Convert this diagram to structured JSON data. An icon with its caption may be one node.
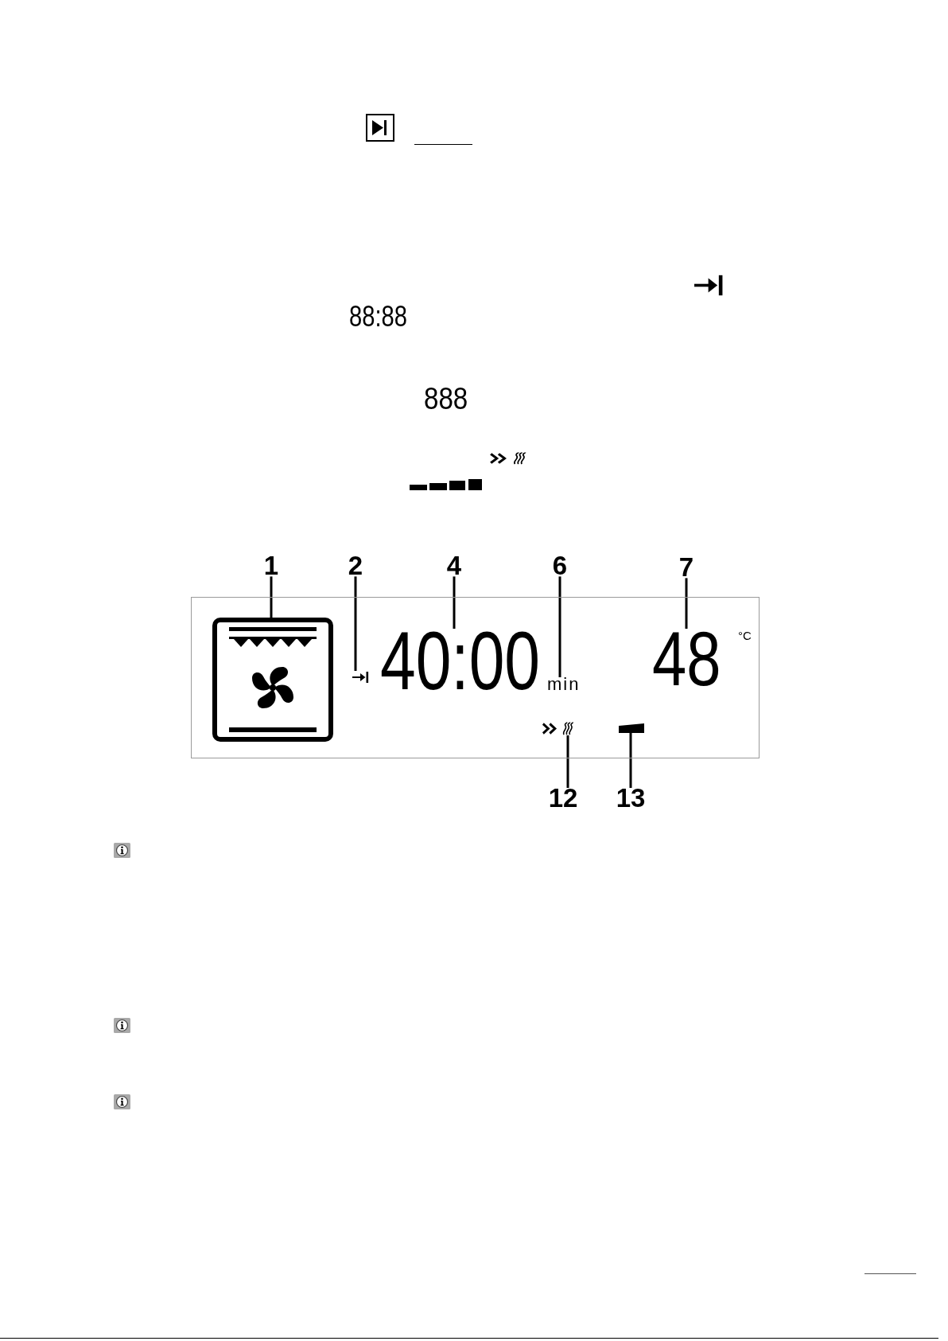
{
  "diagram": {
    "nodes": [
      {
        "text": [
          "1"
        ]
      },
      {
        "text": [
          "2"
        ]
      },
      {
        "text": [
          "4"
        ]
      },
      {
        "text": [
          "6"
        ]
      },
      {
        "text": [
          "7"
        ]
      },
      {
        "text": [],
        "shape": "box"
      },
      {
        "text": [],
        "shape": "picture",
        "in": 5
      },
      {
        "text": [],
        "shape": "picture",
        "in": 5
      },
      {
        "text": [
          "40:00"
        ],
        "in": 5
      },
      {
        "text": [
          "min"
        ],
        "in": 5
      },
      {
        "text": [
          "48"
        ],
        "in": 5
      },
      {
        "text": [],
        "shape": "picture",
        "in": 5
      },
      {
        "text": [],
        "shape": "bar",
        "in": 5
      },
      {
        "text": [
          "12"
        ]
      },
      {
        "text": [
          "13"
        ]
      }
    ],
    "edges": [
      {
        "from": 0,
        "to": 6,
        "arrow": "none"
      },
      {
        "from": 1,
        "to": 7,
        "arrow": "none"
      },
      {
        "from": 2,
        "to": 8,
        "arrow": "none"
      },
      {
        "from": 3,
        "to": 9,
        "arrow": "none"
      },
      {
        "from": 4,
        "to": 10,
        "arrow": "none"
      },
      {
        "from": 13,
        "to": 11,
        "arrow": "none"
      },
      {
        "from": 14,
        "to": 12,
        "arrow": "none"
      }
    ],
    "labels": [
      "88:88",
      "888",
      "°C"
    ]
  }
}
